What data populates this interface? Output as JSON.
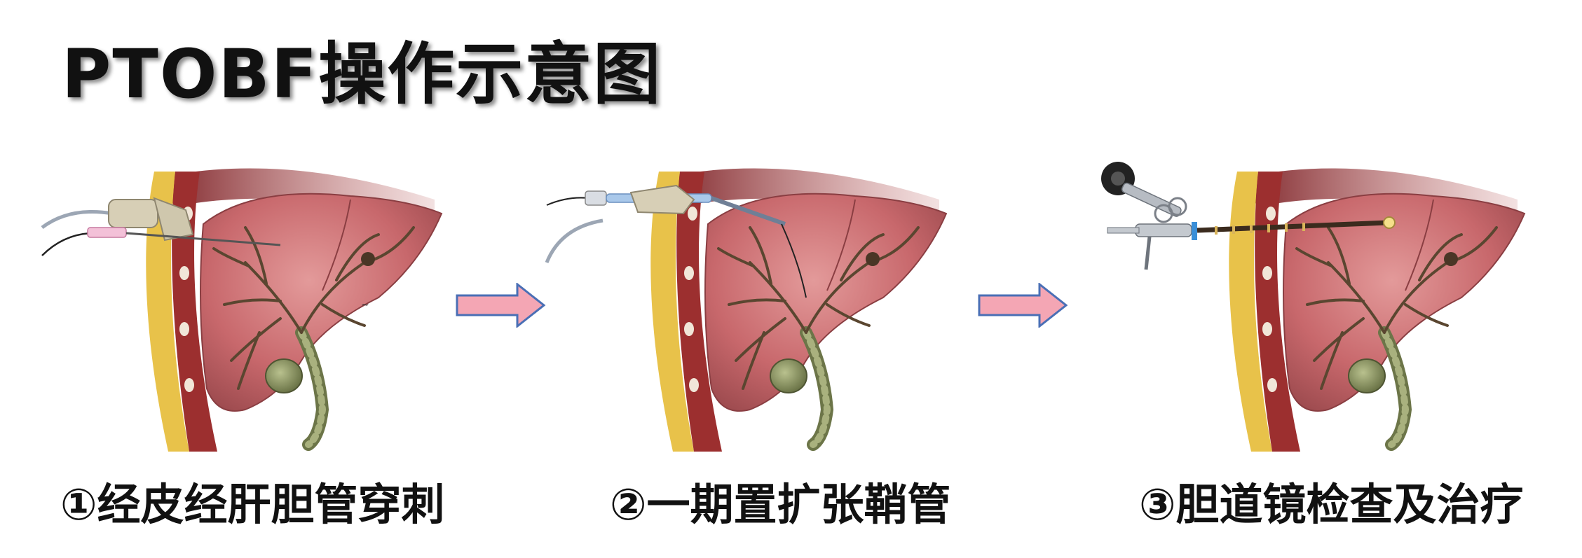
{
  "title": "PTOBF操作示意图",
  "steps": [
    {
      "caption": "①经皮经肝胆管穿刺"
    },
    {
      "caption": "②一期置扩张鞘管"
    },
    {
      "caption": "③胆道镜检查及治疗"
    }
  ],
  "colors": {
    "arrow_fill": "#f4a6b4",
    "arrow_stroke": "#4a6fb5",
    "liver": "#c8686c",
    "duct": "#5a4630",
    "gallbladder": "#8f9a6a",
    "fat_layer": "#e8c24a",
    "muscle": "#9c2f2f"
  }
}
